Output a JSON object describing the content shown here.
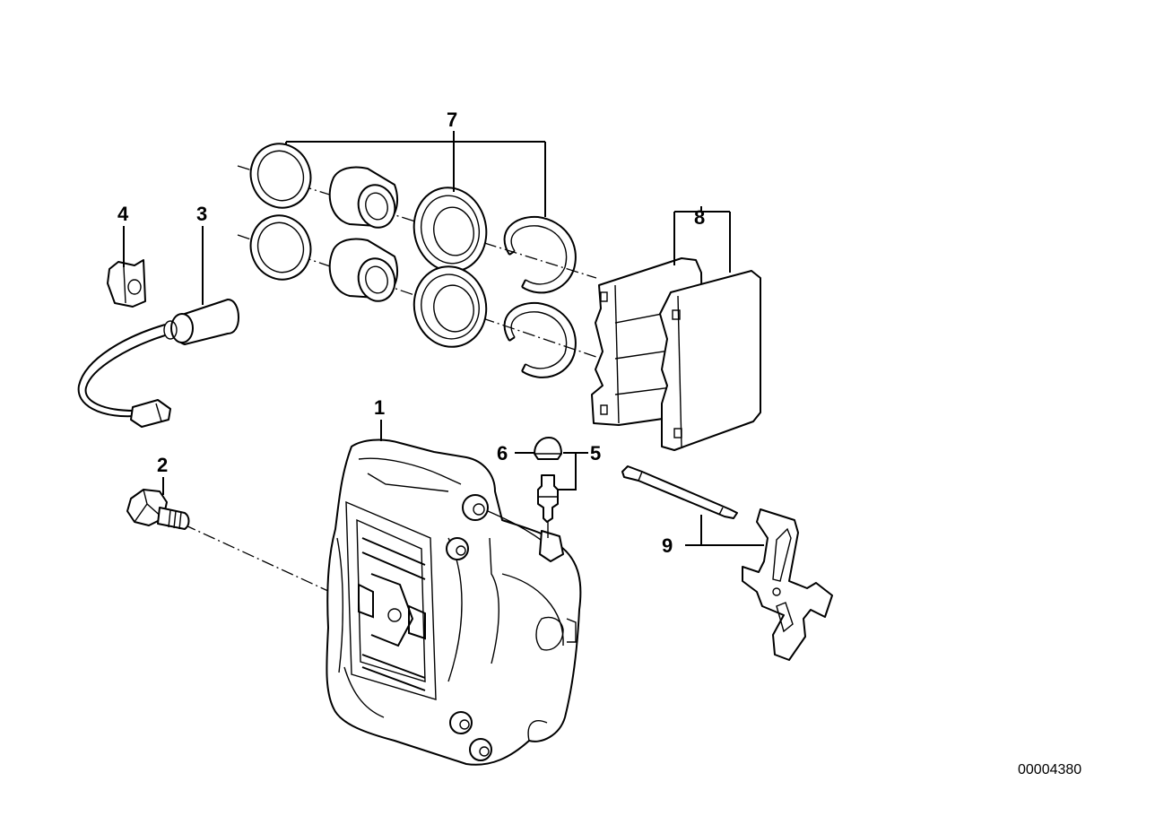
{
  "callouts": [
    "1",
    "2",
    "3",
    "4",
    "5",
    "6",
    "7",
    "8",
    "9"
  ],
  "document_number": "00004380"
}
